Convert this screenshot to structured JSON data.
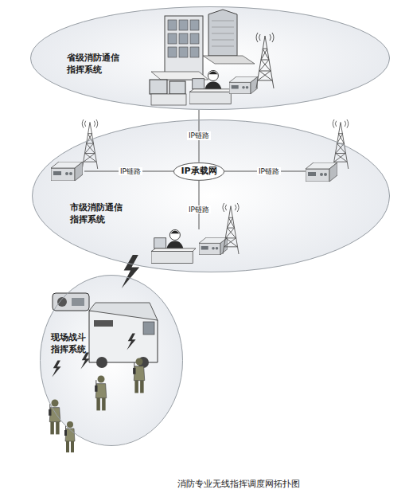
{
  "diagram": {
    "caption": "消防专业无线指挥调度网拓扑图",
    "nodes": [
      {
        "text": [
          "省级消防通信指挥系统"
        ]
      },
      {
        "text": [
          "市级消防通信指挥系统"
        ]
      },
      {
        "text": [
          "IP承载网"
        ],
        "in": 1
      },
      {
        "text": [
          "现场战斗指挥系统"
        ]
      }
    ],
    "edges": [
      {
        "from": 2,
        "to": 0,
        "label": "IP链路",
        "arrow": "none"
      }
    ],
    "labels": [
      "IP链路",
      "IP链路",
      "IP链路"
    ]
  }
}
